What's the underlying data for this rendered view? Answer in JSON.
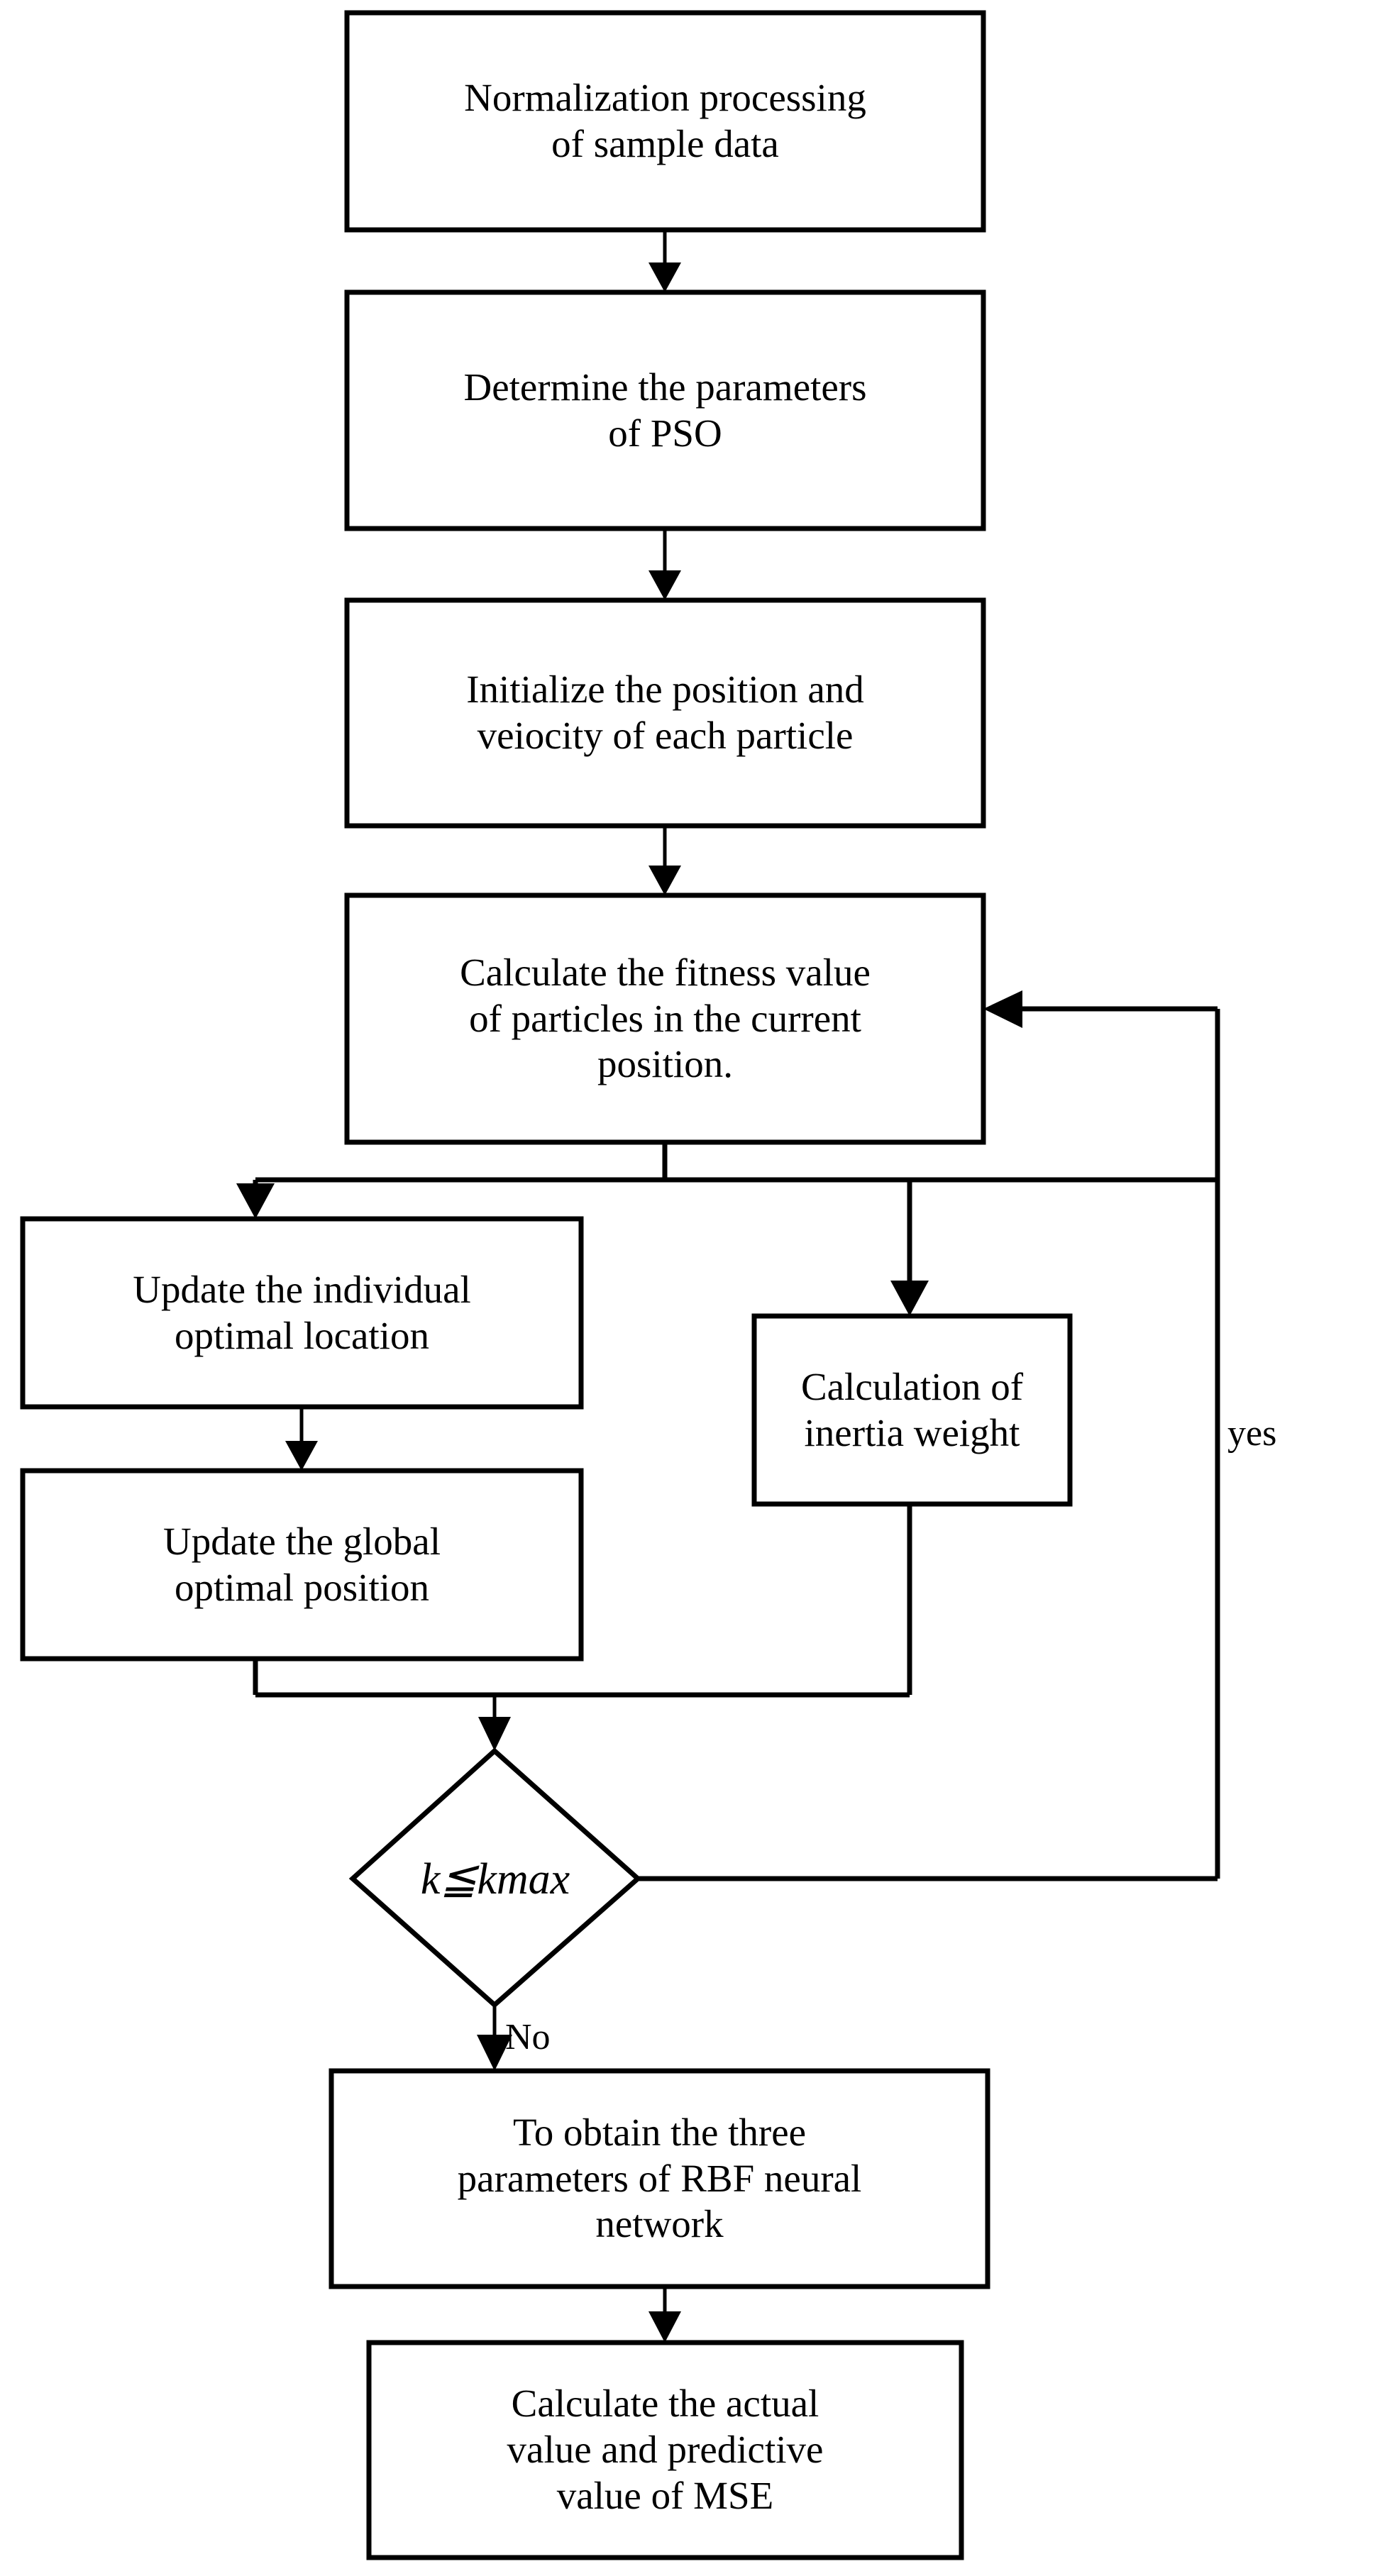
{
  "diagram": {
    "type": "flowchart",
    "title": "PSO-RBF neural network training flowchart",
    "orientation": "top-to-bottom",
    "background_color": "#ffffff",
    "line_color": "#000000",
    "text_color": "#000000"
  },
  "nodes": {
    "normalization": {
      "id": "normalization",
      "shape": "rectangle",
      "label": "Normalization processing\nof sample data"
    },
    "determine_pso": {
      "id": "determine_pso",
      "shape": "rectangle",
      "label": "Determine the parameters\nof PSO"
    },
    "initialize": {
      "id": "initialize",
      "shape": "rectangle",
      "label": "Initialize the position and\nveiocity of each particle"
    },
    "fitness": {
      "id": "fitness",
      "shape": "rectangle",
      "label": "Calculate the fitness value\nof particles in the current\nposition."
    },
    "individual_best": {
      "id": "individual_best",
      "shape": "rectangle",
      "label": "Update the individual\noptimal location"
    },
    "global_best": {
      "id": "global_best",
      "shape": "rectangle",
      "label": "Update the global\noptimal position"
    },
    "inertia_weight": {
      "id": "inertia_weight",
      "shape": "rectangle",
      "label": "Calculation of\ninertia weight"
    },
    "decision": {
      "id": "decision",
      "shape": "diamond",
      "label": "k≦kmax"
    },
    "rbf_params": {
      "id": "rbf_params",
      "shape": "rectangle",
      "label": "To obtain the three\nparameters of RBF neural\nnetwork"
    },
    "mse": {
      "id": "mse",
      "shape": "rectangle",
      "label": "Calculate the actual\nvalue and predictive\nvalue of MSE"
    }
  },
  "edge_labels": {
    "yes": "yes",
    "no": "No"
  },
  "edges": [
    {
      "from": "normalization",
      "to": "determine_pso",
      "label": ""
    },
    {
      "from": "determine_pso",
      "to": "initialize",
      "label": ""
    },
    {
      "from": "initialize",
      "to": "fitness",
      "label": ""
    },
    {
      "from": "fitness",
      "to": "individual_best",
      "label": ""
    },
    {
      "from": "fitness",
      "to": "inertia_weight",
      "label": ""
    },
    {
      "from": "individual_best",
      "to": "global_best",
      "label": ""
    },
    {
      "from": "global_best",
      "to": "decision",
      "label": ""
    },
    {
      "from": "inertia_weight",
      "to": "decision",
      "label": ""
    },
    {
      "from": "decision",
      "to": "fitness",
      "label": "yes"
    },
    {
      "from": "decision",
      "to": "rbf_params",
      "label": "No"
    },
    {
      "from": "rbf_params",
      "to": "mse",
      "label": ""
    }
  ]
}
